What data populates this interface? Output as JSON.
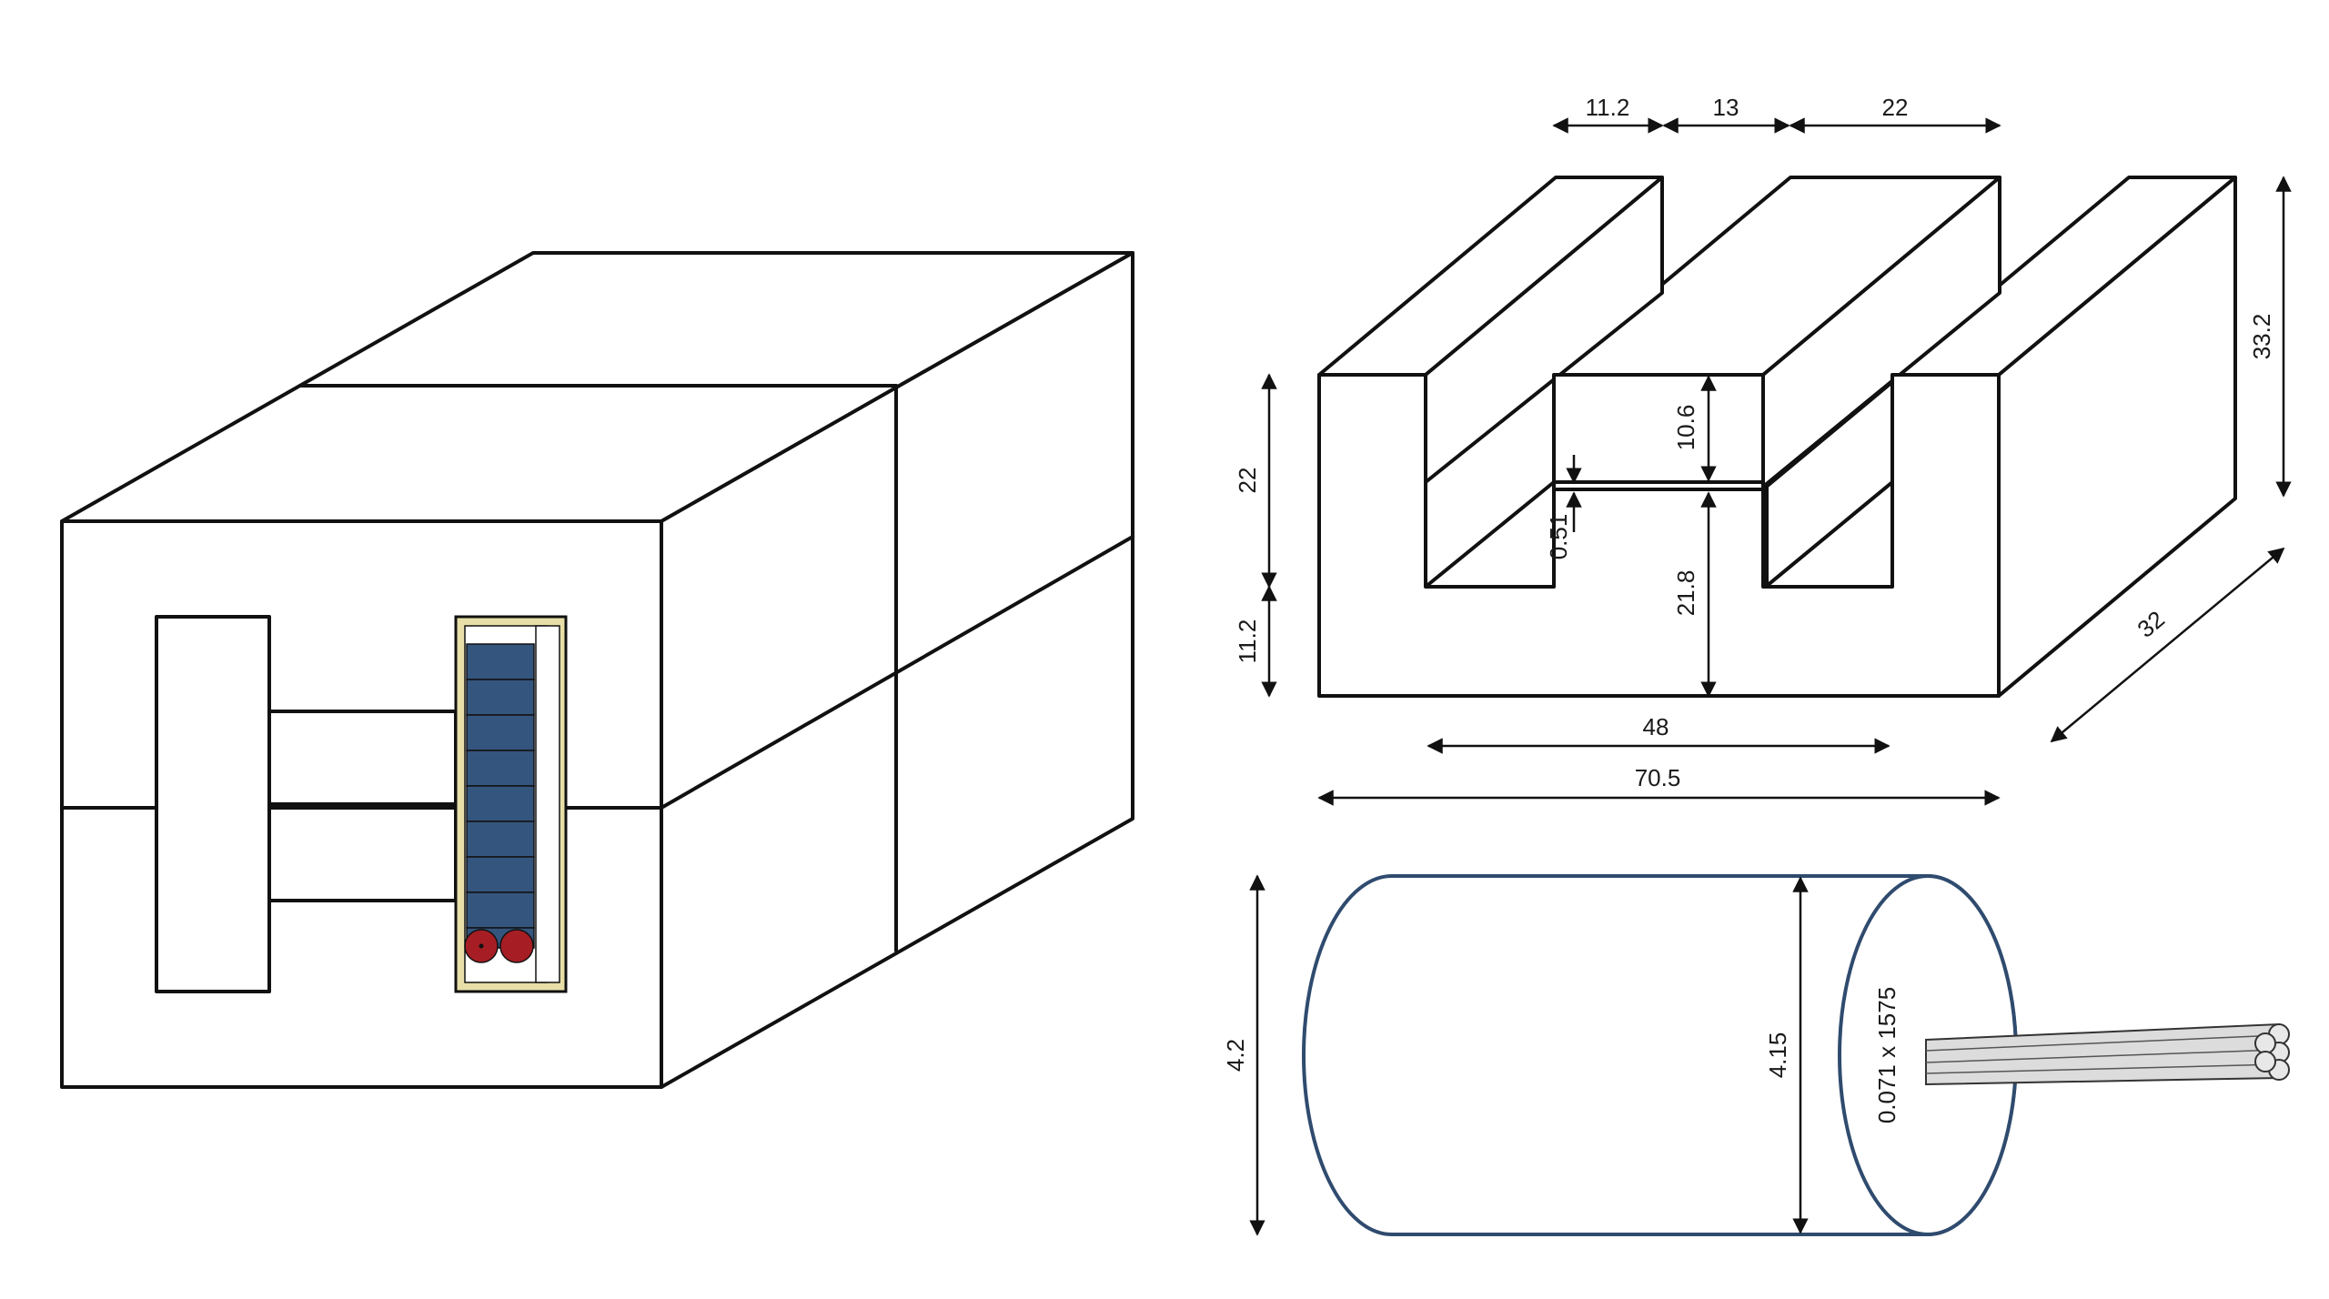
{
  "colors": {
    "outline": "#111111",
    "winding_turn": "#34557d",
    "bobbin": "#e8dfa8",
    "strand": "#a61e24",
    "cylinder_outline": "#2f4b6e",
    "litz_wire": "#dcdcdc"
  },
  "core_dimensions": {
    "top_11_2": "11.2",
    "top_13": "13",
    "top_22": "22",
    "height_33_2": "33.2",
    "left_22": "22",
    "left_11_2": "11.2",
    "window_10_6": "10.6",
    "gap_0_51": "0.51",
    "leg_21_8": "21.8",
    "depth_32": "32",
    "inner_48": "48",
    "total_70_5": "70.5"
  },
  "wire_dimensions": {
    "outer_diameter": "4.2",
    "inner_diameter": "4.15",
    "strands": "0.071 x 1575"
  }
}
